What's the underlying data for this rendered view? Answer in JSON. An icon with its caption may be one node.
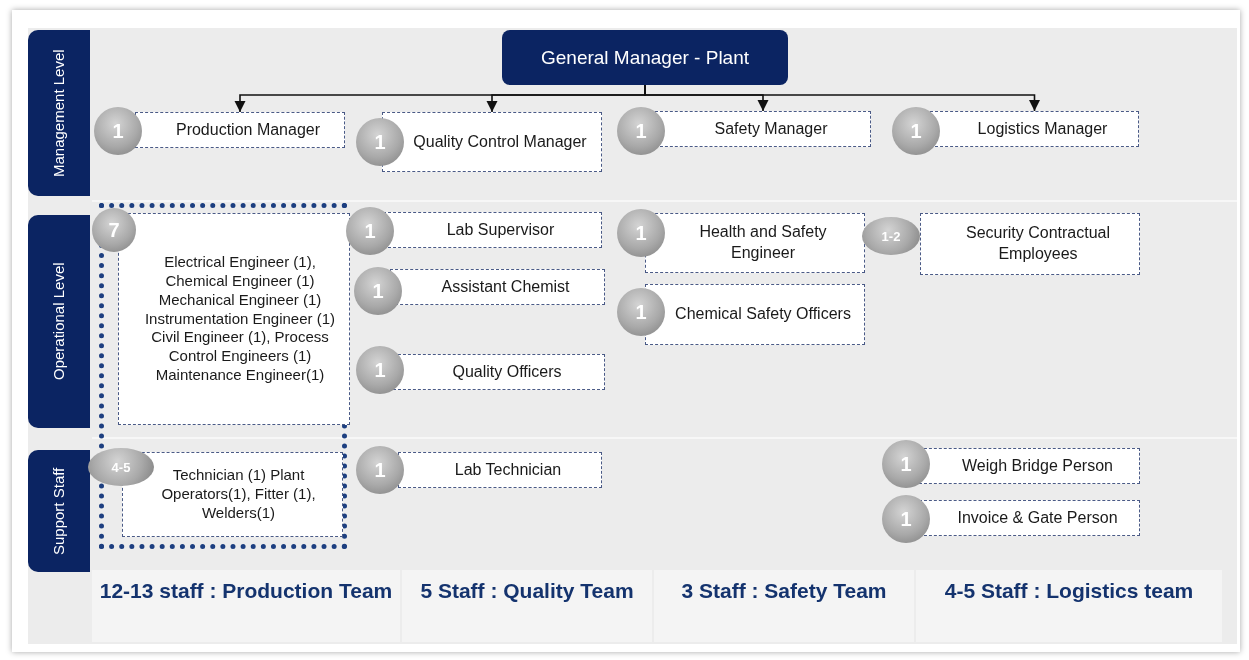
{
  "diagram": {
    "nodes": [
      {
        "text": [
          "General Manager - Plant"
        ]
      },
      {
        "text": [
          "Management Level"
        ]
      },
      {
        "text": [
          "Operational Level"
        ]
      },
      {
        "text": [
          "Support Staff"
        ]
      },
      {
        "text": [
          "1"
        ]
      },
      {
        "text": [
          "Production Manager"
        ]
      },
      {
        "text": [
          "1"
        ]
      },
      {
        "text": [
          "Quality Control Manager"
        ]
      },
      {
        "text": [
          "1"
        ]
      },
      {
        "text": [
          "Safety Manager"
        ]
      },
      {
        "text": [
          "1"
        ]
      },
      {
        "text": [
          "Logistics Manager"
        ]
      },
      {
        "text": [],
        "shape": "box"
      },
      {
        "text": [
          "7"
        ]
      },
      {
        "text": [
          "Electrical Engineer (1), Chemical Engineer (1) Mechanical Engineer (1) Instrumentation Engineer (1) Civil Engineer (1), Process Control Engineers (1) Maintenance Engineer(1)"
        ],
        "in": 12
      },
      {
        "text": [
          "1"
        ]
      },
      {
        "text": [
          "Lab Supervisor"
        ]
      },
      {
        "text": [
          "1"
        ]
      },
      {
        "text": [
          "Assistant Chemist"
        ]
      },
      {
        "text": [
          "1"
        ]
      },
      {
        "text": [
          "Quality Officers"
        ]
      },
      {
        "text": [
          "1"
        ]
      },
      {
        "text": [
          "Health and Safety Engineer"
        ]
      },
      {
        "text": [
          "1"
        ]
      },
      {
        "text": [
          "Chemical Safety Officers"
        ]
      },
      {
        "text": [
          "1-2"
        ]
      },
      {
        "text": [
          "Security Contractual Employees"
        ]
      },
      {
        "text": [
          "4-5"
        ]
      },
      {
        "text": [
          "Technician (1) Plant Operators(1), Fitter (1), Welders(1)"
        ],
        "in": 12
      },
      {
        "text": [
          "1"
        ]
      },
      {
        "text": [
          "Lab Technician"
        ]
      },
      {
        "text": [
          "1"
        ]
      },
      {
        "text": [
          "Weigh Bridge Person"
        ]
      },
      {
        "text": [
          "1"
        ]
      },
      {
        "text": [
          "Invoice & Gate Person"
        ]
      }
    ],
    "edges": [
      {
        "from": 0,
        "to": 5,
        "arrow": "to"
      },
      {
        "from": 0,
        "to": 7,
        "arrow": "to"
      },
      {
        "from": 0,
        "to": 9,
        "arrow": "to"
      },
      {
        "from": 0,
        "to": 11,
        "arrow": "to"
      }
    ],
    "labels": [
      "12-13 staff : Production Team",
      "5 Staff : Quality Team",
      "3 Staff :  Safety Team",
      "4-5 Staff : Logistics team"
    ]
  }
}
